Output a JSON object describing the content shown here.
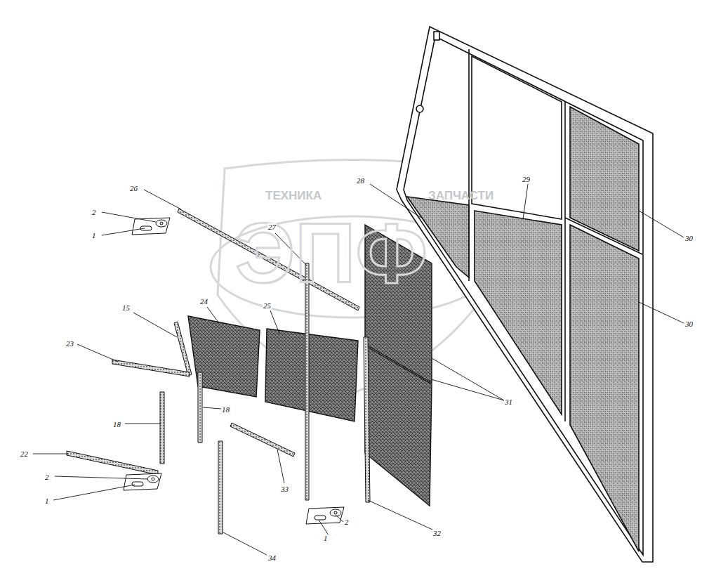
{
  "diagram": {
    "labels": [
      "ТЕХНИКА",
      "ЗАПЧАСТИ",
      "ЭПФ",
      "26",
      "2",
      "1",
      "27",
      "28",
      "29",
      "30",
      "30",
      "24",
      "25",
      "15",
      "23",
      "31",
      "18",
      "18",
      "22",
      "2",
      "1",
      "33",
      "2",
      "1",
      "34",
      "32"
    ]
  }
}
